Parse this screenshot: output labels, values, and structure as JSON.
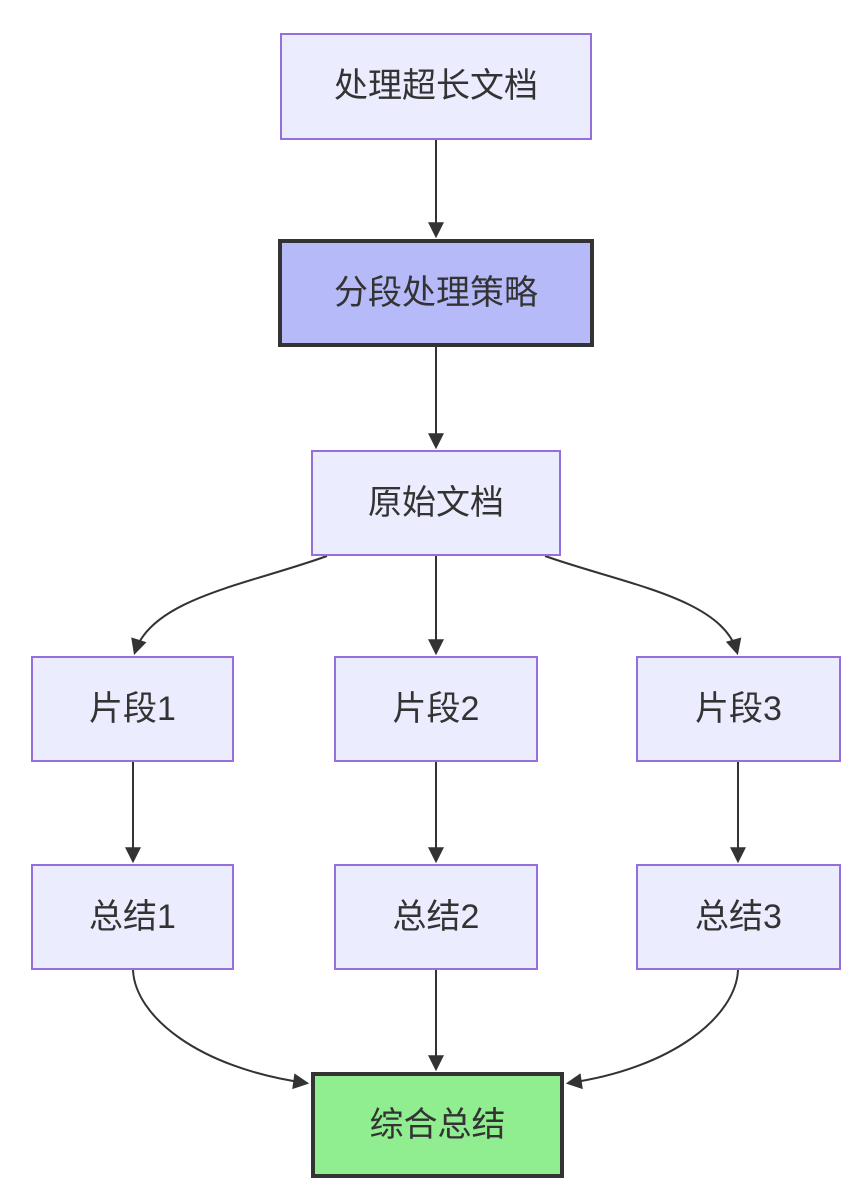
{
  "diagram": {
    "type": "flowchart",
    "direction": "top-down",
    "background": "#FFFFFF",
    "colors": {
      "node_fill": "#ECECFF",
      "node_border": "#9370DB",
      "highlight_fill": "#B6BAF8",
      "highlight_border": "#333333",
      "final_fill": "#90EE90",
      "final_border": "#333333",
      "edge_stroke": "#333333",
      "text": "#333333"
    },
    "nodes": [
      {
        "id": "task",
        "label": "处理超长文档",
        "style": "default"
      },
      {
        "id": "strategy",
        "label": "分段处理策略",
        "style": "highlight"
      },
      {
        "id": "source",
        "label": "原始文档",
        "style": "default"
      },
      {
        "id": "fragment1",
        "label": "片段1",
        "style": "default"
      },
      {
        "id": "fragment2",
        "label": "片段2",
        "style": "default"
      },
      {
        "id": "fragment3",
        "label": "片段3",
        "style": "default"
      },
      {
        "id": "summary1",
        "label": "总结1",
        "style": "default"
      },
      {
        "id": "summary2",
        "label": "总结2",
        "style": "default"
      },
      {
        "id": "summary3",
        "label": "总结3",
        "style": "default"
      },
      {
        "id": "final",
        "label": "综合总结",
        "style": "final"
      }
    ],
    "edges": [
      {
        "from": "task",
        "to": "strategy",
        "arrow": true
      },
      {
        "from": "strategy",
        "to": "source",
        "arrow": true
      },
      {
        "from": "source",
        "to": "fragment1",
        "arrow": true
      },
      {
        "from": "source",
        "to": "fragment2",
        "arrow": true
      },
      {
        "from": "source",
        "to": "fragment3",
        "arrow": true
      },
      {
        "from": "fragment1",
        "to": "summary1",
        "arrow": true
      },
      {
        "from": "fragment2",
        "to": "summary2",
        "arrow": true
      },
      {
        "from": "fragment3",
        "to": "summary3",
        "arrow": true
      },
      {
        "from": "summary1",
        "to": "final",
        "arrow": true
      },
      {
        "from": "summary2",
        "to": "final",
        "arrow": true
      },
      {
        "from": "summary3",
        "to": "final",
        "arrow": true
      }
    ]
  }
}
